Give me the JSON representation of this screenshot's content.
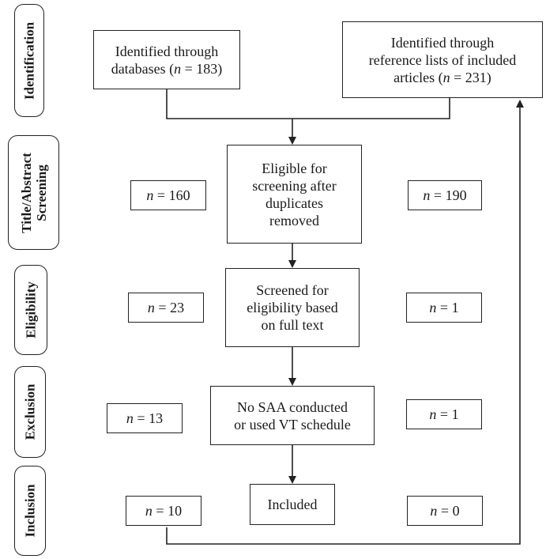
{
  "stages": {
    "identification": "Identification",
    "title_abstract_line1": "Title/Abstract",
    "title_abstract_line2": "Screening",
    "eligibility": "Eligibility",
    "exclusion": "Exclusion",
    "inclusion": "Inclusion"
  },
  "boxes": {
    "databases_line1": "Identified through",
    "databases_line2_pre": "databases (",
    "databases_n": "n",
    "databases_line2_post": " = 183)",
    "references_line1": "Identified through",
    "references_line2": "reference lists of included",
    "references_line3_pre": "articles (",
    "references_n": "n",
    "references_line3_post": " = 231)",
    "eligible_line1": "Eligible for",
    "eligible_line2": "screening after",
    "eligible_line3": "duplicates",
    "eligible_line4": "removed",
    "screened_line1": "Screened for",
    "screened_line2": "eligibility based",
    "screened_line3": "on full text",
    "nosaa_line1": "No SAA conducted",
    "nosaa_line2": "or used VT schedule",
    "included": "Included"
  },
  "counts": {
    "n_symbol": "n",
    "title_left": " = 160",
    "title_right": " = 190",
    "elig_left": " = 23",
    "elig_right": " = 1",
    "excl_left": " = 13",
    "excl_right": " = 1",
    "incl_left": " = 10",
    "incl_right": " = 0"
  }
}
